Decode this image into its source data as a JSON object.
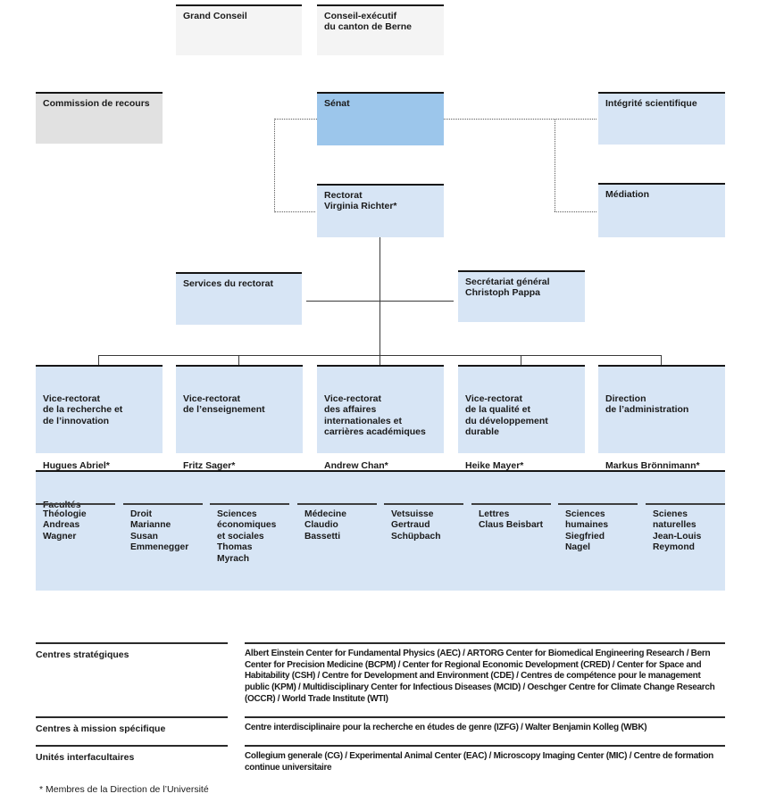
{
  "colors": {
    "senat_fill": "#9cc6eb",
    "light_blue_fill": "#d7e5f5",
    "gray_fill": "#e1e1e1",
    "pale_gray_fill": "#f4f4f4",
    "box_top_border": "#161616",
    "connector_line": "#3a3a3a",
    "text": "#1a1a1a"
  },
  "canton": {
    "grand_conseil": "Grand Conseil",
    "conseil_executif": "Conseil-exécutif\ndu canton de Berne"
  },
  "governance": {
    "commission_recours": "Commission de recours",
    "senat": "Sénat",
    "integrite": "Intégrité scientifique",
    "rectorat": "Rectorat\nVirginia Richter*",
    "mediation": "Médiation",
    "services_rectorat": "Services du rectorat",
    "secretariat": "Secrétariat général\nChristoph Pappa"
  },
  "vice_rectorats": [
    {
      "title": "Vice-rectorat\nde la recherche et\nde l’innovation",
      "name": "Hugues Abriel*"
    },
    {
      "title": "Vice-rectorat\nde l’enseignement",
      "name": "Fritz Sager*"
    },
    {
      "title": "Vice-rectorat\ndes affaires\ninternationales et\ncarrières académiques",
      "name": "Andrew Chan*"
    },
    {
      "title": "Vice-rectorat\nde la qualité et\ndu développement\ndurable",
      "name": "Heike Mayer*"
    },
    {
      "title": "Direction\nde l’administration",
      "name": "Markus Brönnimann*"
    }
  ],
  "facultes": {
    "title": "Facultés",
    "items": [
      {
        "text": "Théologie\nAndreas\nWagner"
      },
      {
        "text": "Droit\nMarianne\nSusan\nEmmenegger"
      },
      {
        "text": "Sciences\néconomiques\net sociales\nThomas\nMyrach"
      },
      {
        "text": "Médecine\nClaudio\nBassetti"
      },
      {
        "text": "Vetsuisse\nGertraud\nSchüpbach"
      },
      {
        "text": "Lettres\nClaus Beisbart"
      },
      {
        "text": "Sciences\nhumaines\nSiegfried\nNagel"
      },
      {
        "text": "Scienes\nnaturelles\nJean-Louis\nReymond"
      }
    ]
  },
  "bottom_rows": [
    {
      "label": "Centres stratégiques",
      "text": "Albert Einstein Center for Fundamental Physics (AEC) / ARTORG Center for Biomedical Engineering Research / Bern Center for Precision Medicine (BCPM) / Center for Regional Economic Development (CRED) / Center for Space and Habitability (CSH) / Centre for Development and Environment (CDE) / Centres de compétence pour le management public (KPM) / Multidisciplinary Center for Infectious Diseases (MCID) / Oeschger Centre for Climate Change Research (OCCR) / World Trade Institute (WTI)"
    },
    {
      "label": "Centres à mission spécifique",
      "text": "Centre interdisciplinaire pour la recherche en études de genre (IZFG) / Walter Benjamin Kolleg (WBK)"
    },
    {
      "label": "Unités interfacultaires",
      "text": "Collegium generale (CG) / Experimental Animal Center (EAC) / Microscopy Imaging Center (MIC) / Centre de formation continue universitaire"
    }
  ],
  "footnote": "* Membres de la Direction de l’Université"
}
